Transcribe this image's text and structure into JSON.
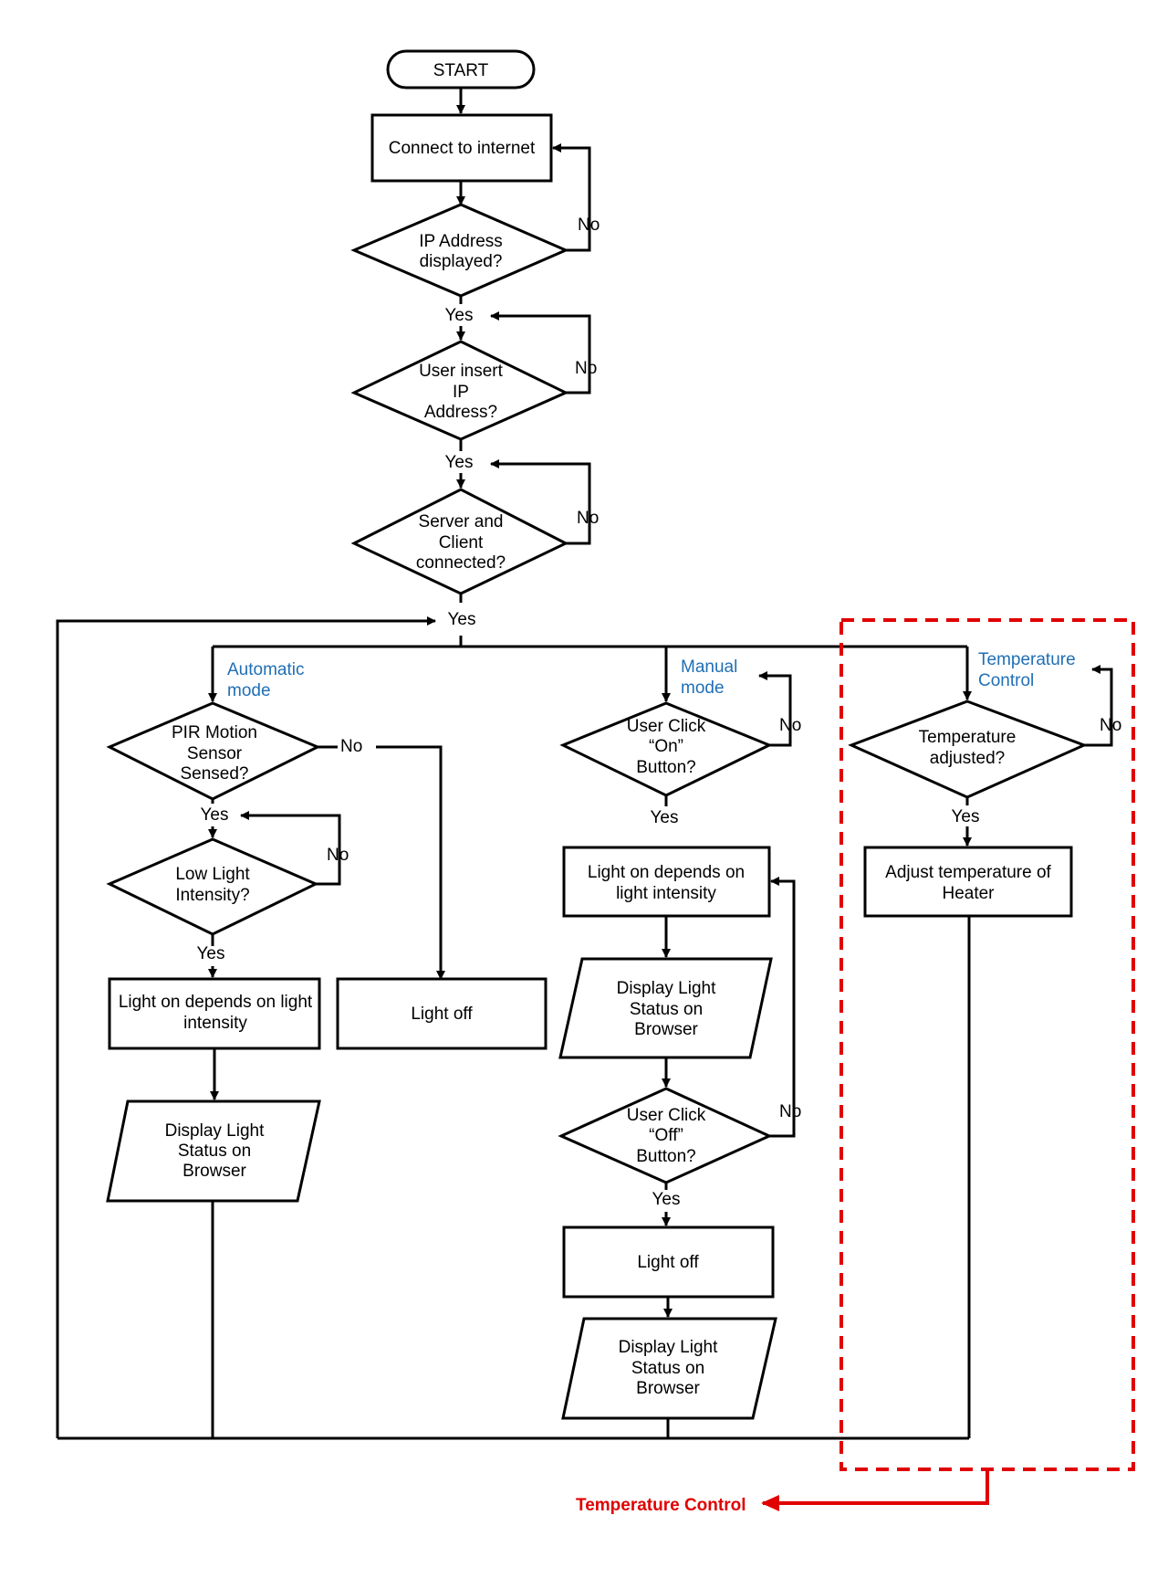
{
  "nodes": {
    "start": "START",
    "connect": "Connect to internet",
    "ip_displayed": [
      "IP Address",
      "displayed?"
    ],
    "user_insert": [
      "User insert",
      "IP",
      "Address?"
    ],
    "server_client": [
      "Server and",
      "Client",
      "connected?"
    ],
    "pir": [
      "PIR Motion",
      "Sensor",
      "Sensed?"
    ],
    "low_light": [
      "Low Light",
      "Intensity?"
    ],
    "auto_light_on": [
      "Light on depends on light",
      "intensity"
    ],
    "auto_light_off": "Light off",
    "auto_display": [
      "Display Light",
      "Status on",
      "Browser"
    ],
    "click_on": [
      "User Click",
      "“On”",
      "Button?"
    ],
    "manual_light_on": [
      "Light on depends on",
      "light intensity"
    ],
    "manual_display_1": [
      "Display Light",
      "Status on",
      "Browser"
    ],
    "click_off": [
      "User Click",
      "“Off”",
      "Button?"
    ],
    "manual_light_off": "Light off",
    "manual_display_2": [
      "Display Light",
      "Status on",
      "Browser"
    ],
    "temp_adjusted": [
      "Temperature",
      "adjusted?"
    ],
    "adjust_heater": [
      "Adjust temperature of",
      "Heater"
    ]
  },
  "labels": {
    "yes": "Yes",
    "no": "No",
    "automatic_mode": [
      "Automatic",
      "mode"
    ],
    "manual_mode": [
      "Manual",
      "mode"
    ],
    "temperature_control": [
      "Temperature",
      "Control"
    ]
  },
  "callout": {
    "text": "Temperature Control"
  },
  "colors": {
    "section_label": "#1f6fb5",
    "highlight": "#e00000",
    "stroke": "#000000"
  }
}
